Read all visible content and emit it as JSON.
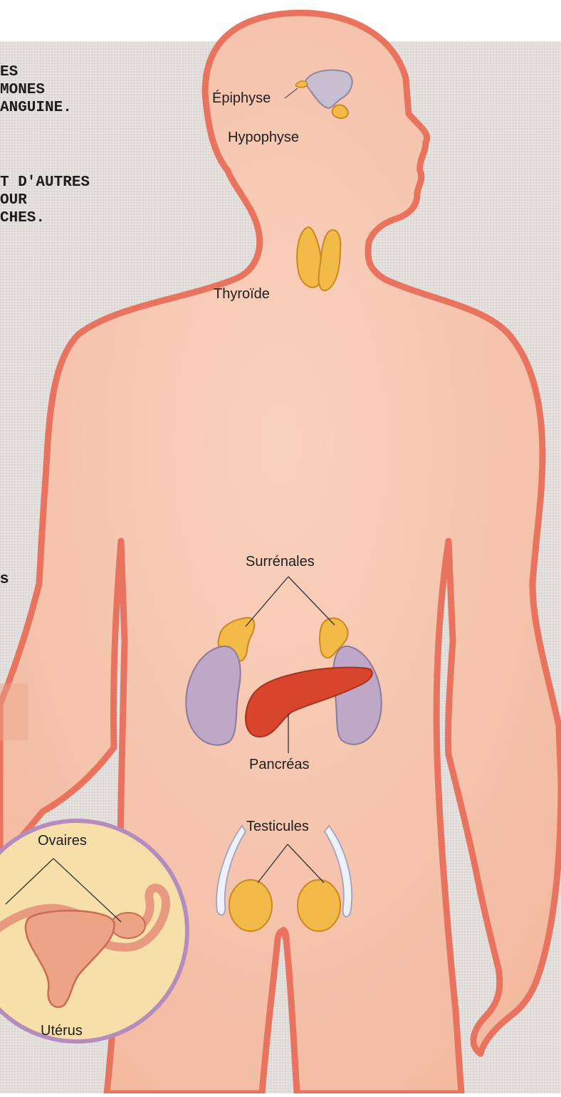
{
  "intro_text": {
    "paragraph_1": "ES\nMONES\nANGUINE.",
    "paragraph_2": "T D'AUTRES\nOUR\nCHES."
  },
  "margin_fragment": "s",
  "labels": {
    "epiphyse": "Épiphyse",
    "hypophyse": "Hypophyse",
    "thyroide": "Thyroïde",
    "surrenales": "Surrénales",
    "pancreas": "Pancréas",
    "testicules": "Testicules",
    "ovaires": "Ovaires",
    "uterus": "Utérus"
  },
  "colors": {
    "background": "#e3e0df",
    "skin": "#f7c7b0",
    "outline": "#e8745f",
    "gland_yellow": "#f2ba46",
    "gland_edge": "#c98822",
    "kidney": "#bfa8c7",
    "pancreas": "#d8442c",
    "inset_fill": "#f7dfa9",
    "inset_ring": "#b58cbe"
  }
}
